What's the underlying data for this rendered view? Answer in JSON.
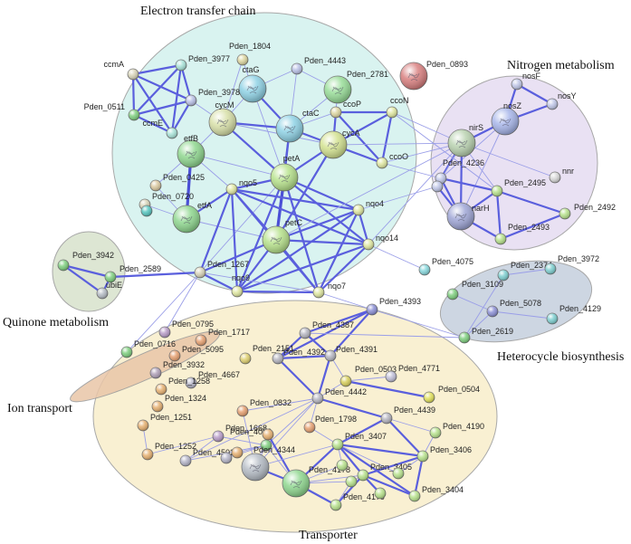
{
  "clusters": [
    {
      "id": "etc",
      "label": "Electron transfer chain",
      "color": "#d3f1ee"
    },
    {
      "id": "nitrogen",
      "label": "Nitrogen metabolism",
      "color": "#e6dcf1"
    },
    {
      "id": "quinone",
      "label": "Quinone metabolism",
      "color": "#d8e2cc"
    },
    {
      "id": "heterocycle",
      "label": "Heterocycle biosynthesis",
      "color": "#c5cfdd"
    },
    {
      "id": "transporter",
      "label": "Transporter",
      "color": "#f8eecb"
    },
    {
      "id": "ion",
      "label": "Ion transport",
      "color": "#e9c6a8"
    }
  ],
  "nodes": [
    {
      "id": "ccmA",
      "label": "ccmA",
      "color": "#d8d4b8",
      "big": false
    },
    {
      "id": "Pden_3977",
      "label": "Pden_3977",
      "color": "#a8e3d8",
      "big": false
    },
    {
      "id": "Pden_1804",
      "label": "Pden_1804",
      "color": "#ddd6a0",
      "big": false
    },
    {
      "id": "ctaG",
      "label": "ctaG",
      "color": "#8fd2e5",
      "big": true
    },
    {
      "id": "Pden_4443",
      "label": "Pden_4443",
      "color": "#b9c0e6",
      "big": false
    },
    {
      "id": "Pden_2781",
      "label": "Pden_2781",
      "color": "#98dd98",
      "big": true
    },
    {
      "id": "Pden_0893",
      "label": "Pden_0893",
      "color": "#d98080",
      "big": true
    },
    {
      "id": "Pden_3978",
      "label": "Pden_3978",
      "color": "#b9c0e6",
      "big": false
    },
    {
      "id": "Pden_0511",
      "label": "Pden_0511",
      "color": "#7ecf7e",
      "big": false
    },
    {
      "id": "ccmE",
      "label": "ccmE",
      "color": "#a8e3d8",
      "big": false
    },
    {
      "id": "cycM",
      "label": "cycM",
      "color": "#d8e0a8",
      "big": true
    },
    {
      "id": "ctaC",
      "label": "ctaC",
      "color": "#8fd2e5",
      "big": true
    },
    {
      "id": "ccoP",
      "label": "ccoP",
      "color": "#ddd6a0",
      "big": false
    },
    {
      "id": "ccoN",
      "label": "ccoN",
      "color": "#dfe7a0",
      "big": false
    },
    {
      "id": "etfB",
      "label": "etfB",
      "color": "#8fd78f",
      "big": true
    },
    {
      "id": "cycA",
      "label": "cycA",
      "color": "#d3e290",
      "big": true
    },
    {
      "id": "petA",
      "label": "petA",
      "color": "#b7e28c",
      "big": true
    },
    {
      "id": "ccoO",
      "label": "ccoO",
      "color": "#dfe7a0",
      "big": false
    },
    {
      "id": "Pden_0425",
      "label": "Pden_0425",
      "color": "#dbc9a0",
      "big": false
    },
    {
      "id": "nqo5",
      "label": "nqo5",
      "color": "#dfe7a0",
      "big": false
    },
    {
      "id": "Pden_0720",
      "label": "Pden_0720",
      "color": "#d8d4b8",
      "big": false
    },
    {
      "id": "etfA",
      "label": "etfA",
      "color": "#8fd78f",
      "big": true
    },
    {
      "id": "nqo4",
      "label": "nqo4",
      "color": "#dfe7a0",
      "big": false
    },
    {
      "id": "teal_dot",
      "label": "",
      "color": "#55c6c0",
      "big": false
    },
    {
      "id": "petC",
      "label": "petC",
      "color": "#b7e28c",
      "big": true
    },
    {
      "id": "nqo14",
      "label": "nqo14",
      "color": "#dfe7a0",
      "big": false
    },
    {
      "id": "Pden_1267",
      "label": "Pden_1267",
      "color": "#d8d4b8",
      "big": false
    },
    {
      "id": "nqo9",
      "label": "nqo9",
      "color": "#dfe7a0",
      "big": false
    },
    {
      "id": "nqo7",
      "label": "nqo7",
      "color": "#dfe7a0",
      "big": false
    },
    {
      "id": "nosF",
      "label": "nosF",
      "color": "#c0c7e8",
      "big": false
    },
    {
      "id": "nosY",
      "label": "nosY",
      "color": "#c0c7e8",
      "big": false
    },
    {
      "id": "nosZ",
      "label": "nosZ",
      "color": "#a8b6ea",
      "big": true
    },
    {
      "id": "nirS",
      "label": "nirS",
      "color": "#b9d2b0",
      "big": true
    },
    {
      "id": "nnr",
      "label": "nnr",
      "color": "#d8d8d8",
      "big": false
    },
    {
      "id": "Pden_4236",
      "label": "Pden_4236",
      "color": "#c0c7e8",
      "big": false
    },
    {
      "id": "Pden_2495",
      "label": "Pden_2495",
      "color": "#b7e28c",
      "big": false
    },
    {
      "id": "narH",
      "label": "narH",
      "color": "#9fa6d6",
      "big": true
    },
    {
      "id": "Pden_2492",
      "label": "Pden_2492",
      "color": "#b7e28c",
      "big": false
    },
    {
      "id": "Pden_2493",
      "label": "Pden_2493",
      "color": "#b7e28c",
      "big": false
    },
    {
      "id": "N_left",
      "label": "",
      "color": "#c0c7e8",
      "big": false
    },
    {
      "id": "Pden_3942",
      "label": "Pden_3942",
      "color": "#7ecf7e",
      "big": false
    },
    {
      "id": "Pden_2589",
      "label": "Pden_2589",
      "color": "#7ecf7e",
      "big": false
    },
    {
      "id": "ubiE",
      "label": "ubiE",
      "color": "#b5bcc5",
      "big": false
    },
    {
      "id": "Pden_4075",
      "label": "Pden_4075",
      "color": "#88d8dd",
      "big": false
    },
    {
      "id": "Pden_2374",
      "label": "Pden_2374",
      "color": "#7ecfd0",
      "big": false
    },
    {
      "id": "Pden_3972",
      "label": "Pden_3972",
      "color": "#7ecfd0",
      "big": false
    },
    {
      "id": "Pden_3109",
      "label": "Pden_3109",
      "color": "#7ecf7e",
      "big": false
    },
    {
      "id": "Pden_5078",
      "label": "Pden_5078",
      "color": "#8c90d6",
      "big": false
    },
    {
      "id": "Pden_4129",
      "label": "Pden_4129",
      "color": "#7ecfd0",
      "big": false
    },
    {
      "id": "Pden_2619",
      "label": "Pden_2619",
      "color": "#7ecf7e",
      "big": false
    },
    {
      "id": "Pden_4393",
      "label": "Pden_4393",
      "color": "#8c90d6",
      "big": false
    },
    {
      "id": "Pden_4387",
      "label": "Pden_4387",
      "color": "#b5b5c0",
      "big": false
    },
    {
      "id": "Pden_4392",
      "label": "Pden_4392",
      "color": "#b5b5c0",
      "big": false
    },
    {
      "id": "Pden_4391",
      "label": "Pden_4391",
      "color": "#b5b5c0",
      "big": false
    },
    {
      "id": "Pden_0503",
      "label": "Pden_0503",
      "color": "#d8cf5a",
      "big": false
    },
    {
      "id": "Pden_4771",
      "label": "Pden_4771",
      "color": "#c0bfd8",
      "big": false
    },
    {
      "id": "Pden_4442",
      "label": "Pden_4442",
      "color": "#b5b5c0",
      "big": false
    },
    {
      "id": "Pden_0504",
      "label": "Pden_0504",
      "color": "#e1e05a",
      "big": false
    },
    {
      "id": "Pden_0795",
      "label": "Pden_0795",
      "color": "#b89cc8",
      "big": false
    },
    {
      "id": "Pden_0716",
      "label": "Pden_0716",
      "color": "#7ecf7e",
      "big": false
    },
    {
      "id": "Pden_1717",
      "label": "Pden_1717",
      "color": "#e6a070",
      "big": false
    },
    {
      "id": "Pden_5095",
      "label": "Pden_5095",
      "color": "#e6a070",
      "big": false
    },
    {
      "id": "Pden_2151",
      "label": "Pden_2151",
      "color": "#dfd070",
      "big": false
    },
    {
      "id": "Pden_3932",
      "label": "Pden_3932",
      "color": "#b0a0b8",
      "big": false
    },
    {
      "id": "Pden_4667",
      "label": "Pden_4667",
      "color": "#b5b5c8",
      "big": false
    },
    {
      "id": "Pden_1258",
      "label": "Pden_1258",
      "color": "#e6b070",
      "big": false
    },
    {
      "id": "Pden_1324",
      "label": "Pden_1324",
      "color": "#e6b070",
      "big": false
    },
    {
      "id": "Pden_0832",
      "label": "Pden_0832",
      "color": "#e6a070",
      "big": false
    },
    {
      "id": "Pden_4439",
      "label": "Pden_4439",
      "color": "#b5b5c0",
      "big": false
    },
    {
      "id": "Pden_4190",
      "label": "Pden_4190",
      "color": "#b7e28c",
      "big": false
    },
    {
      "id": "Pden_1251",
      "label": "Pden_1251",
      "color": "#e6b070",
      "big": false
    },
    {
      "id": "Pden_1668",
      "label": "Pden_1668",
      "color": "#b89cc8",
      "big": false
    },
    {
      "id": "Pden_4066",
      "label": "Pden_4066",
      "color": "#7ecf7e",
      "big": false
    },
    {
      "id": "Pden_1798",
      "label": "Pden_1798",
      "color": "#e6a070",
      "big": false
    },
    {
      "id": "Pden_3407",
      "label": "Pden_3407",
      "color": "#b7e28c",
      "big": false
    },
    {
      "id": "Pden_3406",
      "label": "Pden_3406",
      "color": "#b7e28c",
      "big": false
    },
    {
      "id": "Pden_1252",
      "label": "Pden_1252",
      "color": "#e6b070",
      "big": false
    },
    {
      "id": "Pden_4502",
      "label": "Pden_4502",
      "color": "#b5b5c8",
      "big": false
    },
    {
      "id": "Pden_4344",
      "label": "Pden_4344",
      "color": "#b5bcc5",
      "big": true
    },
    {
      "id": "Pden_4178",
      "label": "Pden_4178",
      "color": "#8fd78f",
      "big": true
    },
    {
      "id": "Pden_3405",
      "label": "Pden_3405",
      "color": "#b7e28c",
      "big": false
    },
    {
      "id": "Pden_4179",
      "label": "Pden_4179",
      "color": "#b7e28c",
      "big": false
    },
    {
      "id": "Pden_3404",
      "label": "Pden_3404",
      "color": "#b7e28c",
      "big": false
    },
    {
      "id": "T_mid",
      "label": "",
      "color": "#b7e28c",
      "big": false
    },
    {
      "id": "T_low",
      "label": "",
      "color": "#b7e28c",
      "big": false
    },
    {
      "id": "T_right",
      "label": "",
      "color": "#b7e28c",
      "big": false
    },
    {
      "id": "T_rmid",
      "label": "",
      "color": "#b7e28c",
      "big": false
    },
    {
      "id": "T_orange",
      "label": "",
      "color": "#e6b070",
      "big": false
    },
    {
      "id": "T_orange2",
      "label": "",
      "color": "#e6b070",
      "big": false
    },
    {
      "id": "T_purple",
      "label": "",
      "color": "#b5b5c8",
      "big": false
    }
  ],
  "edges": [
    [
      "ccmA",
      "Pden_3977",
      2
    ],
    [
      "ccmA",
      "Pden_3978",
      2
    ],
    [
      "ccmA",
      "Pden_0511",
      2
    ],
    [
      "ccmA",
      "ccmE",
      2
    ],
    [
      "Pden_3977",
      "Pden_3978",
      2
    ],
    [
      "Pden_3977",
      "Pden_0511",
      2
    ],
    [
      "Pden_3977",
      "ccmE",
      2
    ],
    [
      "Pden_3978",
      "Pden_0511",
      2
    ],
    [
      "Pden_3978",
      "ccmE",
      2
    ],
    [
      "Pden_0511",
      "ccmE",
      2
    ],
    [
      "Pden_3978",
      "cycM",
      1
    ],
    [
      "Pden_1804",
      "cycM",
      1
    ],
    [
      "Pden_1804",
      "ctaG",
      1
    ],
    [
      "ctaG",
      "ctaC",
      2
    ],
    [
      "ctaG",
      "Pden_4443",
      1
    ],
    [
      "ctaG",
      "cycM",
      1
    ],
    [
      "ctaG",
      "petA",
      1
    ],
    [
      "Pden_4443",
      "ctaC",
      1
    ],
    [
      "Pden_4443",
      "Pden_2781",
      1
    ],
    [
      "Pden_2781",
      "ccoP",
      1
    ],
    [
      "Pden_2781",
      "ctaC",
      1
    ],
    [
      "Pden_2781",
      "cycA",
      1
    ],
    [
      "cycM",
      "ctaC",
      2
    ],
    [
      "cycM",
      "petA",
      2
    ],
    [
      "cycM",
      "etfB",
      1
    ],
    [
      "cycM",
      "cycA",
      1
    ],
    [
      "ctaC",
      "petA",
      2
    ],
    [
      "ctaC",
      "ccoP",
      1
    ],
    [
      "ctaC",
      "cycA",
      2
    ],
    [
      "ctaC",
      "petC",
      2
    ],
    [
      "ccoP",
      "ccoN",
      2
    ],
    [
      "ccoP",
      "ccoO",
      2
    ],
    [
      "ccoP",
      "cycA",
      2
    ],
    [
      "ccoN",
      "ccoO",
      2
    ],
    [
      "ccoN",
      "cycA",
      2
    ],
    [
      "ccoN",
      "nirS",
      1
    ],
    [
      "ccoO",
      "cycA",
      2
    ],
    [
      "ccoO",
      "nirS",
      1
    ],
    [
      "cycA",
      "petA",
      2
    ],
    [
      "cycA",
      "petC",
      2
    ],
    [
      "cycA",
      "nirS",
      1
    ],
    [
      "etfB",
      "etfA",
      3
    ],
    [
      "etfB",
      "Pden_0425",
      1
    ],
    [
      "etfB",
      "nqo5",
      1
    ],
    [
      "etfB",
      "petA",
      1
    ],
    [
      "etfA",
      "Pden_0425",
      1
    ],
    [
      "etfA",
      "nqo5",
      2
    ],
    [
      "etfA",
      "petC",
      1
    ],
    [
      "etfA",
      "Pden_0720",
      1
    ],
    [
      "petA",
      "petC",
      3
    ],
    [
      "petA",
      "nqo5",
      2
    ],
    [
      "petA",
      "nqo4",
      2
    ],
    [
      "petA",
      "nqo14",
      2
    ],
    [
      "petA",
      "nqo9",
      2
    ],
    [
      "petA",
      "nqo7",
      2
    ],
    [
      "petA",
      "Pden_1267",
      1
    ],
    [
      "petC",
      "nqo5",
      2
    ],
    [
      "petC",
      "nqo4",
      2
    ],
    [
      "petC",
      "nqo14",
      2
    ],
    [
      "petC",
      "nqo9",
      2
    ],
    [
      "petC",
      "nqo7",
      2
    ],
    [
      "petC",
      "Pden_1267",
      2
    ],
    [
      "nqo5",
      "nqo4",
      2
    ],
    [
      "nqo5",
      "nqo14",
      2
    ],
    [
      "nqo5",
      "nqo9",
      2
    ],
    [
      "nqo5",
      "nqo7",
      2
    ],
    [
      "nqo5",
      "Pden_1267",
      2
    ],
    [
      "nqo4",
      "nqo14",
      2
    ],
    [
      "nqo4",
      "nqo9",
      2
    ],
    [
      "nqo4",
      "nqo7",
      2
    ],
    [
      "nqo14",
      "nqo9",
      2
    ],
    [
      "nqo14",
      "nqo7",
      2
    ],
    [
      "nqo9",
      "nqo7",
      2
    ],
    [
      "Pden_1267",
      "nqo9",
      2
    ],
    [
      "Pden_1267",
      "nqo7",
      1
    ],
    [
      "nqo4",
      "N_left",
      1
    ],
    [
      "nqo14",
      "nirS",
      1
    ],
    [
      "petC",
      "nirS",
      1
    ],
    [
      "nqo14",
      "Pden_4075",
      1
    ],
    [
      "nosF",
      "nosZ",
      2
    ],
    [
      "nosF",
      "nosY",
      2
    ],
    [
      "nosY",
      "nosZ",
      2
    ],
    [
      "nosZ",
      "nirS",
      2
    ],
    [
      "nosZ",
      "narH",
      1
    ],
    [
      "nosZ",
      "Pden_4236",
      1
    ],
    [
      "nirS",
      "nnr",
      1
    ],
    [
      "nirS",
      "Pden_4236",
      2
    ],
    [
      "nirS",
      "narH",
      2
    ],
    [
      "nirS",
      "Pden_2495",
      1
    ],
    [
      "nirS",
      "N_left",
      1
    ],
    [
      "Pden_4236",
      "narH",
      2
    ],
    [
      "Pden_4236",
      "Pden_2495",
      2
    ],
    [
      "Pden_4236",
      "N_left",
      1
    ],
    [
      "narH",
      "Pden_2495",
      2
    ],
    [
      "narH",
      "Pden_2493",
      2
    ],
    [
      "narH",
      "N_left",
      2
    ],
    [
      "Pden_2495",
      "Pden_2492",
      2
    ],
    [
      "Pden_2495",
      "Pden_2493",
      2
    ],
    [
      "Pden_2492",
      "Pden_2493",
      2
    ],
    [
      "ccoN",
      "Pden_2495",
      1
    ],
    [
      "ccoO",
      "Pden_4236",
      1
    ],
    [
      "Pden_3942",
      "Pden_2589",
      2
    ],
    [
      "Pden_3942",
      "ubiE",
      2
    ],
    [
      "Pden_2589",
      "ubiE",
      2
    ],
    [
      "Pden_2589",
      "Pden_1267",
      2
    ],
    [
      "Pden_3109",
      "Pden_5078",
      1
    ],
    [
      "Pden_5078",
      "Pden_4129",
      1
    ],
    [
      "Pden_5078",
      "Pden_2619",
      1
    ],
    [
      "Pden_2374",
      "Pden_2619",
      1
    ],
    [
      "Pden_2374",
      "Pden_3972",
      1
    ],
    [
      "nqo7",
      "Pden_4393",
      1
    ],
    [
      "Pden_1267",
      "Pden_0795",
      1
    ],
    [
      "Pden_1267",
      "Pden_0716",
      1
    ],
    [
      "Pden_4393",
      "Pden_2619",
      1
    ],
    [
      "Pden_4393",
      "Pden_4387",
      2
    ],
    [
      "Pden_4393",
      "Pden_4392",
      2
    ],
    [
      "Pden_4393",
      "Pden_4391",
      2
    ],
    [
      "Pden_4387",
      "Pden_4392",
      2
    ],
    [
      "Pden_4387",
      "Pden_4391",
      2
    ],
    [
      "Pden_4387",
      "Pden_2619",
      1
    ],
    [
      "Pden_4392",
      "Pden_4391",
      2
    ],
    [
      "Pden_4392",
      "Pden_4442",
      2
    ],
    [
      "Pden_4391",
      "Pden_4442",
      2
    ],
    [
      "Pden_4391",
      "Pden_0503",
      1
    ],
    [
      "Pden_0503",
      "Pden_0504",
      2
    ],
    [
      "Pden_0503",
      "Pden_4771",
      1
    ],
    [
      "Pden_0503",
      "Pden_4442",
      1
    ],
    [
      "Pden_4442",
      "Pden_4439",
      2
    ],
    [
      "Pden_4442",
      "Pden_4066",
      1
    ],
    [
      "Pden_4442",
      "Pden_4344",
      1
    ],
    [
      "Pden_4442",
      "Pden_0832",
      1
    ],
    [
      "Pden_4442",
      "Pden_1798",
      1
    ],
    [
      "Pden_4442",
      "Pden_4502",
      1
    ],
    [
      "Pden_4439",
      "Pden_3407",
      2
    ],
    [
      "Pden_4439",
      "Pden_4190",
      1
    ],
    [
      "Pden_4439",
      "Pden_3406",
      2
    ],
    [
      "Pden_3407",
      "Pden_3406",
      2
    ],
    [
      "Pden_3407",
      "Pden_3405",
      2
    ],
    [
      "Pden_3407",
      "Pden_4178",
      2
    ],
    [
      "Pden_3407",
      "T_mid",
      1
    ],
    [
      "Pden_3407",
      "Pden_3404",
      2
    ],
    [
      "Pden_3406",
      "Pden_3405",
      2
    ],
    [
      "Pden_3405",
      "Pden_3404",
      2
    ],
    [
      "Pden_3405",
      "Pden_4178",
      1
    ],
    [
      "Pden_3405",
      "Pden_4179",
      2
    ],
    [
      "Pden_3405",
      "T_low",
      1
    ],
    [
      "Pden_3405",
      "T_rmid",
      2
    ],
    [
      "Pden_3406",
      "Pden_3404",
      2
    ],
    [
      "Pden_4190",
      "Pden_3406",
      1
    ],
    [
      "Pden_4178",
      "Pden_4344",
      2
    ],
    [
      "Pden_4178",
      "Pden_4179",
      2
    ],
    [
      "Pden_4178",
      "T_mid",
      1
    ],
    [
      "Pden_4178",
      "T_low",
      1
    ],
    [
      "Pden_4178",
      "T_orange",
      2
    ],
    [
      "Pden_4178",
      "Pden_4066",
      1
    ],
    [
      "Pden_4344",
      "Pden_4066",
      1
    ],
    [
      "Pden_4344",
      "T_orange",
      1
    ],
    [
      "Pden_4344",
      "Pden_3407",
      1
    ],
    [
      "Pden_4066",
      "Pden_4502",
      1
    ],
    [
      "Pden_4066",
      "Pden_1668",
      1
    ],
    [
      "Pden_4066",
      "T_orange2",
      1
    ],
    [
      "Pden_4179",
      "T_low",
      1
    ],
    [
      "T_right",
      "Pden_3406",
      1
    ],
    [
      "T_right",
      "Pden_3407",
      1
    ],
    [
      "Pden_1798",
      "Pden_3407",
      1
    ],
    [
      "Pden_0832",
      "Pden_4344",
      1
    ],
    [
      "T_purple",
      "Pden_4066",
      1
    ],
    [
      "Pden_1251",
      "Pden_1252",
      1
    ],
    [
      "Pden_1668",
      "Pden_1252",
      1
    ],
    [
      "Pden_1668",
      "Pden_4502",
      1
    ]
  ]
}
